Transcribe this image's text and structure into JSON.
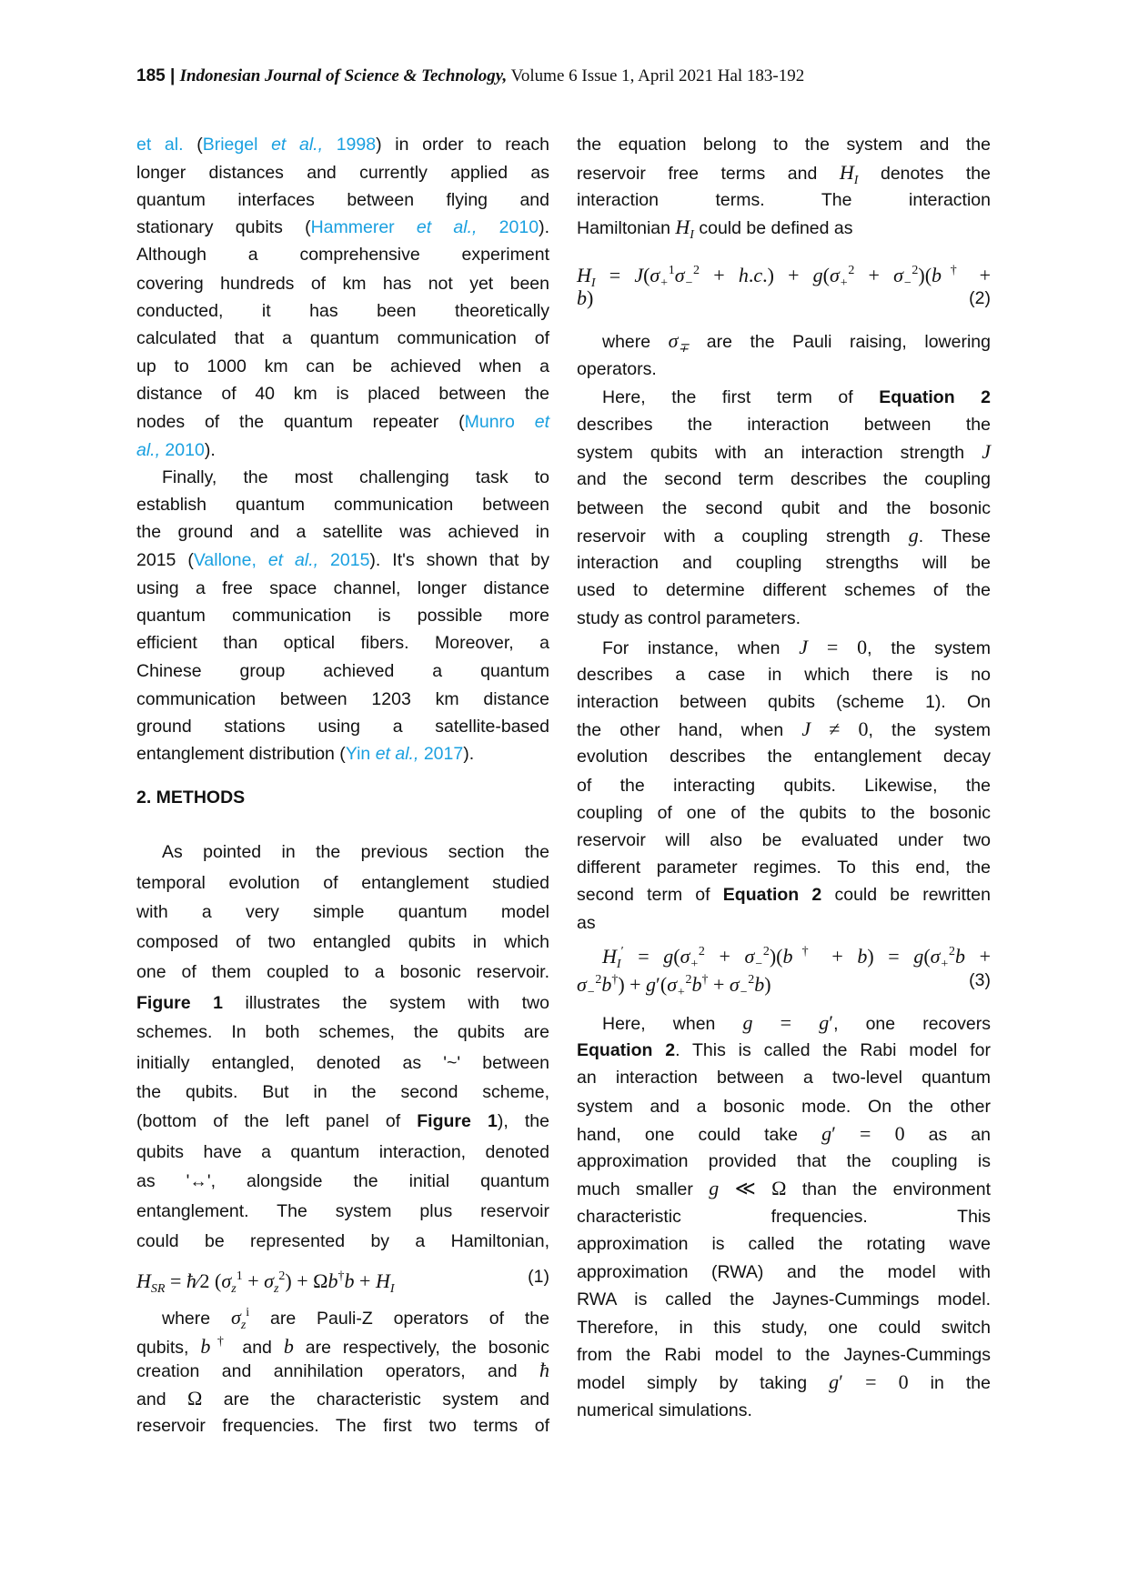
{
  "header": {
    "page_number": "185 | ",
    "journal": "Indonesian Journal of Science & Technology,",
    "volume": " Volume 6 Issue 1, April 2021 Hal 183-192"
  },
  "left_column": [
    [
      [
        "l",
        "et al."
      ],
      " (",
      [
        "l",
        "Briegel "
      ],
      [
        "li",
        "et al.,"
      ],
      [
        "l",
        " 1998"
      ],
      ") in order to reach"
    ],
    [
      "longer distances and currently applied as"
    ],
    [
      "quantum interfaces between flying and"
    ],
    [
      "stationary qubits (",
      [
        "l",
        "Hammerer "
      ],
      [
        "li",
        "et al.,"
      ],
      [
        "l",
        " 2010"
      ],
      ")."
    ],
    [
      "Although a comprehensive experiment"
    ],
    [
      "covering hundreds of km has not yet been"
    ],
    [
      "conducted, it has been theoretically"
    ],
    [
      "calculated that a quantum communication of"
    ],
    [
      "up to 1000 km can be achieved when a"
    ],
    [
      "distance of 40 km is placed between the"
    ],
    [
      "nodes of the quantum repeater (",
      [
        "l",
        "Munro "
      ],
      [
        "li",
        "et"
      ]
    ],
    [
      [
        "li",
        "al.,"
      ],
      [
        "l",
        " 2010"
      ],
      ")."
    ],
    [
      "Finally, the most challenging task to"
    ],
    [
      "establish quantum communication between"
    ],
    [
      "the ground and a satellite was achieved in"
    ],
    [
      "2015 (",
      [
        "l",
        "Vallone, "
      ],
      [
        "li",
        "et al.,"
      ],
      [
        "l",
        " 2015"
      ],
      "). It's shown that by"
    ],
    [
      "using a free space channel, longer distance"
    ],
    [
      "quantum communication is possible more"
    ],
    [
      "efficient than optical fibers.  Moreover, a"
    ],
    [
      "Chinese group achieved a quantum"
    ],
    [
      "communication between 1203 km distance"
    ],
    [
      "ground stations using a satellite-based"
    ],
    [
      "entanglement distribution (",
      [
        "l",
        "Yin "
      ],
      [
        "li",
        "et al.,"
      ],
      [
        "l",
        " 2017"
      ],
      ")."
    ],
    [
      [
        "b",
        "2.   METHODS"
      ]
    ],
    [
      "As pointed in the previous section the"
    ],
    [
      "temporal evolution of entanglement studied"
    ],
    [
      "with a very simple quantum model"
    ],
    [
      "composed of two entangled qubits in which"
    ],
    [
      "one of them coupled to a bosonic reservoir."
    ],
    [
      [
        "b",
        "Figure 1"
      ],
      " illustrates the system with two"
    ],
    [
      "schemes. In both schemes, the qubits are"
    ],
    [
      "initially entangled, denoted as '~' between"
    ],
    [
      "the qubits. But in the second scheme,"
    ],
    [
      "(bottom of the left panel of ",
      [
        "b",
        "Figure 1"
      ],
      "), the"
    ],
    [
      "qubits have a quantum interaction, denoted"
    ],
    [
      "as '↔', alongside the initial quantum"
    ],
    [
      "entanglement. The system plus reservoir"
    ],
    [
      "could be represented by a Hamiltonian,"
    ],
    [
      [
        "m",
        "H"
      ],
      [
        "sb",
        "SR"
      ],
      [
        "mr",
        " = "
      ],
      [
        "m",
        "ħ"
      ],
      [
        "mr",
        "⁄2 ("
      ],
      [
        "m",
        "σ"
      ],
      [
        "sb",
        "z"
      ],
      [
        "sp",
        "1"
      ],
      [
        "mr",
        " + "
      ],
      [
        "m",
        "σ"
      ],
      [
        "sb",
        "z"
      ],
      [
        "sp",
        "2"
      ],
      [
        "mr",
        ") + Ω"
      ],
      [
        "m",
        "b"
      ],
      [
        "sp",
        "†"
      ],
      [
        "m",
        "b"
      ],
      [
        "mr",
        " + "
      ],
      [
        "m",
        "H"
      ],
      [
        "sb",
        "I"
      ],
      [
        "n",
        "(1)"
      ]
    ],
    [
      "where ",
      [
        "m",
        "σ"
      ],
      [
        "sb",
        "z"
      ],
      [
        "sp",
        "i"
      ],
      " are Pauli-Z operators of the"
    ],
    [
      "qubits, ",
      [
        "m",
        "b"
      ],
      [
        "sp",
        "†"
      ],
      " and ",
      [
        "m",
        "b"
      ],
      " are respectively, the bosonic"
    ],
    [
      "creation and annihilation operators, and ",
      [
        "m",
        "ħ"
      ]
    ],
    [
      "and ",
      [
        "mr",
        "Ω"
      ],
      " are the characteristic system and"
    ],
    [
      "reservoir frequencies. The first two terms of"
    ]
  ],
  "right_column": [
    [
      "the equation belong to the system and the"
    ],
    [
      "reservoir free terms and ",
      [
        "m",
        "H"
      ],
      [
        "sb",
        "I"
      ],
      " denotes the"
    ],
    [
      "interaction terms. The interaction"
    ],
    [
      "Hamiltonian ",
      [
        "m",
        "H"
      ],
      [
        "sb",
        "I"
      ],
      " could be defined as"
    ],
    [
      [
        "m",
        "H"
      ],
      [
        "sb",
        "I"
      ],
      [
        "mr",
        " = "
      ],
      [
        "m",
        "J"
      ],
      [
        "mr",
        "("
      ],
      [
        "m",
        "σ"
      ],
      [
        "sb",
        "+"
      ],
      [
        "sp",
        "1"
      ],
      [
        "m",
        "σ"
      ],
      [
        "sb",
        "−"
      ],
      [
        "sp",
        "2"
      ],
      [
        "mr",
        " + "
      ],
      [
        "m",
        "h"
      ],
      [
        "mr",
        "."
      ],
      [
        "m",
        "c"
      ],
      [
        "mr",
        "."
      ],
      [
        "mr",
        ") + "
      ],
      [
        "m",
        "g"
      ],
      [
        "mr",
        "("
      ],
      [
        "m",
        "σ"
      ],
      [
        "sb",
        "+"
      ],
      [
        "sp",
        "2"
      ],
      [
        "mr",
        " + "
      ],
      [
        "m",
        "σ"
      ],
      [
        "sb",
        "−"
      ],
      [
        "sp",
        "2"
      ],
      [
        "mr",
        ")("
      ],
      [
        "m",
        "b"
      ],
      [
        "sp",
        "†"
      ],
      [
        "mr",
        " +"
      ]
    ],
    [
      [
        "m",
        "b"
      ],
      [
        "mr",
        ")"
      ],
      [
        "n",
        "(2)"
      ]
    ],
    [
      "where ",
      [
        "m",
        "σ"
      ],
      [
        "sb",
        "∓"
      ],
      " are the Pauli raising, lowering"
    ],
    [
      "operators."
    ],
    [
      "Here, the first term of ",
      [
        "b",
        "Equation 2"
      ]
    ],
    [
      "describes the interaction between the"
    ],
    [
      "system qubits with an interaction strength ",
      [
        "m",
        "J"
      ]
    ],
    [
      "and the second term describes the coupling"
    ],
    [
      "between the second qubit and the bosonic"
    ],
    [
      "reservoir with a coupling strength ",
      [
        "m",
        "g"
      ],
      ". These"
    ],
    [
      "interaction and coupling strengths will be"
    ],
    [
      "used to determine different schemes of the"
    ],
    [
      "study as control parameters."
    ],
    [
      "For instance, when ",
      [
        "m",
        "J"
      ],
      [
        "mr",
        " = 0"
      ],
      ", the system"
    ],
    [
      "describes a case in which there is no"
    ],
    [
      "interaction between qubits (scheme 1). On"
    ],
    [
      "the other hand, when ",
      [
        "m",
        "J"
      ],
      [
        "mr",
        " ≠ 0"
      ],
      ", the system"
    ],
    [
      "evolution describes the entanglement decay"
    ],
    [
      "of the interacting qubits. Likewise, the"
    ],
    [
      "coupling of one of the qubits to the bosonic"
    ],
    [
      "reservoir will also be evaluated under two"
    ],
    [
      "different parameter regimes. To this end, the"
    ],
    [
      "second term of ",
      [
        "b",
        "Equation 2"
      ],
      " could be rewritten"
    ],
    [
      "as"
    ],
    [
      [
        "m",
        "H"
      ],
      [
        "sb",
        "I"
      ],
      [
        "sp",
        "′"
      ],
      [
        "mr",
        " = "
      ],
      [
        "m",
        "g"
      ],
      [
        "mr",
        "("
      ],
      [
        "m",
        "σ"
      ],
      [
        "sb",
        "+"
      ],
      [
        "sp",
        "2"
      ],
      [
        "mr",
        " + "
      ],
      [
        "m",
        "σ"
      ],
      [
        "sb",
        "−"
      ],
      [
        "sp",
        "2"
      ],
      [
        "mr",
        ")("
      ],
      [
        "m",
        "b"
      ],
      [
        "sp",
        "†"
      ],
      [
        "mr",
        " + "
      ],
      [
        "m",
        "b"
      ],
      [
        "mr",
        ") = "
      ],
      [
        "m",
        "g"
      ],
      [
        "mr",
        "("
      ],
      [
        "m",
        "σ"
      ],
      [
        "sb",
        "+"
      ],
      [
        "sp",
        "2"
      ],
      [
        "m",
        "b"
      ],
      [
        "mr",
        " +"
      ]
    ],
    [
      [
        "m",
        "σ"
      ],
      [
        "sb",
        "−"
      ],
      [
        "sp",
        "2"
      ],
      [
        "m",
        "b"
      ],
      [
        "sp",
        "†"
      ],
      [
        "mr",
        ") + "
      ],
      [
        "m",
        "g"
      ],
      [
        "mr",
        "′("
      ],
      [
        "m",
        "σ"
      ],
      [
        "sb",
        "+"
      ],
      [
        "sp",
        "2"
      ],
      [
        "m",
        "b"
      ],
      [
        "sp",
        "†"
      ],
      [
        "mr",
        " + "
      ],
      [
        "m",
        "σ"
      ],
      [
        "sb",
        "−"
      ],
      [
        "sp",
        "2"
      ],
      [
        "m",
        "b"
      ],
      [
        "mr",
        ")"
      ],
      [
        "n",
        "(3)"
      ]
    ],
    [
      "Here, when ",
      [
        "m",
        "g"
      ],
      [
        "mr",
        " = "
      ],
      [
        "m",
        "g"
      ],
      [
        "mr",
        "′"
      ],
      ", one recovers"
    ],
    [
      [
        "b",
        "Equation 2"
      ],
      ". This is called the Rabi model for"
    ],
    [
      "an interaction between a two-level quantum"
    ],
    [
      "system and a bosonic mode. On the other"
    ],
    [
      "hand, one could take ",
      [
        "m",
        "g"
      ],
      [
        "mr",
        "′ = 0"
      ],
      " as an"
    ],
    [
      "approximation provided that the coupling is"
    ],
    [
      "much smaller ",
      [
        "m",
        "g"
      ],
      [
        "mr",
        " ≪ Ω"
      ],
      " than the environment"
    ],
    [
      "characteristic frequencies. This"
    ],
    [
      "approximation is called the rotating wave"
    ],
    [
      "approximation (RWA) and the model with"
    ],
    [
      "RWA is called the Jaynes-Cummings model."
    ],
    [
      "Therefore, in this study, one could switch"
    ],
    [
      "from the Rabi model to the Jaynes-Cummings"
    ],
    [
      "model simply by taking ",
      [
        "m",
        "g"
      ],
      [
        "mr",
        "′ = 0"
      ],
      " in the"
    ],
    [
      "numerical simulations."
    ]
  ],
  "colors": {
    "link": "#1aa0e0",
    "text": "#111111"
  }
}
